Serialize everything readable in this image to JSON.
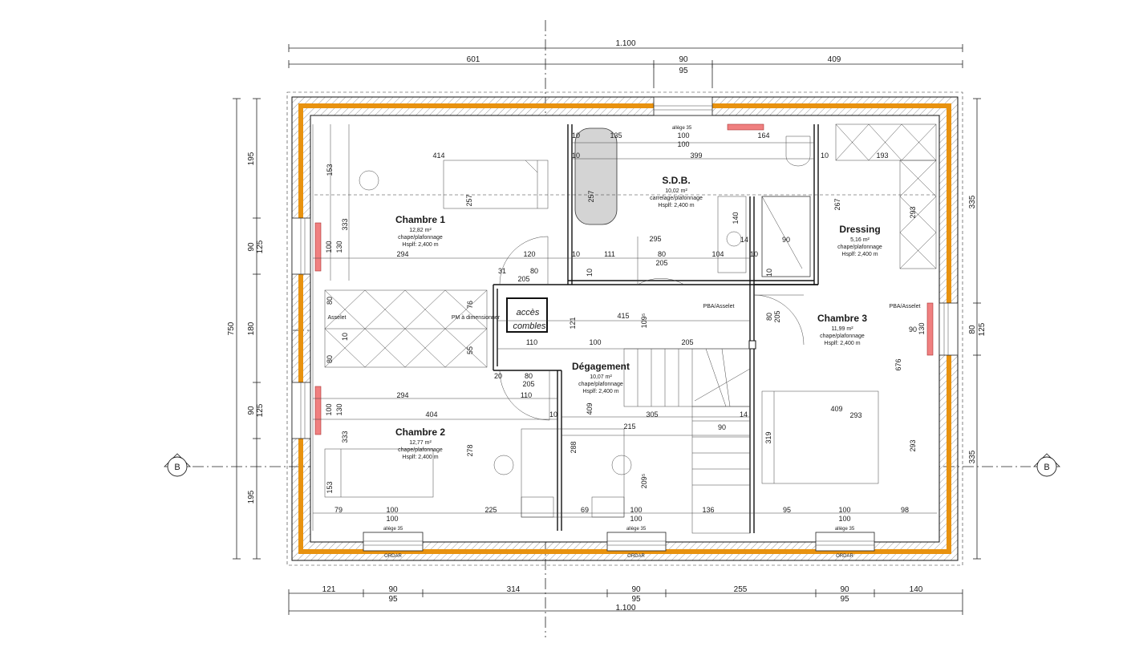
{
  "colors": {
    "insulation": "#e8920f",
    "radiator": "#f08080",
    "bath": "#d4d4d4",
    "line": "#222222"
  },
  "dims": {
    "top_total": "1.100",
    "top_a": "601",
    "top_b": "90",
    "top_b2": "95",
    "top_c": "409",
    "bot_a": "121",
    "bot_b": "90",
    "bot_b2": "95",
    "bot_c": "314",
    "bot_d": "90",
    "bot_d2": "95",
    "bot_e": "255",
    "bot_f": "90",
    "bot_f2": "95",
    "bot_g": "140",
    "bot_total": "1.100",
    "left_total": "750",
    "left_a": "195",
    "left_b": "90",
    "left_b2": "125",
    "left_c": "180",
    "left_d": "90",
    "left_d2": "125",
    "left_e": "195",
    "right_a": "335",
    "right_b": "80",
    "right_b2": "125",
    "right_c": "335"
  },
  "section_marker": "B",
  "rooms": {
    "chambre1": {
      "name": "Chambre 1",
      "area": "12,82 m²",
      "finish": "chape/plafonnage",
      "height": "Hsplf: 2,400 m"
    },
    "sdb": {
      "name": "S.D.B.",
      "area": "10,02 m²",
      "finish": "carrelage/plafonnage",
      "height": "Hsplf: 2,400 m"
    },
    "dressing": {
      "name": "Dressing",
      "area": "5,16 m²",
      "finish": "chape/plafonnage",
      "height": "Hsplf: 2,400 m"
    },
    "chambre3": {
      "name": "Chambre 3",
      "area": "11,99 m²",
      "finish": "chape/plafonnage",
      "height": "Hsplf: 2,400 m"
    },
    "degagement": {
      "name": "Dégagement",
      "area": "10,07 m²",
      "finish": "chape/plafonnage",
      "height": "Hsplf: 2,400 m"
    },
    "chambre2": {
      "name": "Chambre 2",
      "area": "12,77 m²",
      "finish": "chape/plafonnage",
      "height": "Hsplf: 2,400 m"
    }
  },
  "labels": {
    "acces1": "accès",
    "acces2": "combles",
    "pm": "PM à dimensionner",
    "asselet": "Asselet",
    "pba1": "PBA/Asselet",
    "pba2": "PBA/Asselet",
    "allege": "allège 35",
    "ordar": "ORDAR"
  },
  "inner": {
    "c1_414": "414",
    "c1_153": "153",
    "c1_257": "257",
    "c1_333": "333",
    "c1_100": "100",
    "c1_130": "130",
    "c1_294": "294",
    "c1_120": "120",
    "c1_31": "31",
    "c1_80": "80",
    "c1_205": "205",
    "sdb_10a": "10",
    "sdb_135": "135",
    "sdb_100a": "100",
    "sdb_100b": "100",
    "sdb_164": "164",
    "sdb_10b": "10",
    "sdb_399": "399",
    "sdb_257": "257",
    "sdb_140": "140",
    "sdb_14": "14",
    "sdb_90": "90",
    "sdb_295": "295",
    "sdb_10c": "10",
    "sdb_111": "111",
    "sdb_80": "80",
    "sdb_205": "205",
    "sdb_104": "104",
    "sdb_10d": "10",
    "sdb_10e": "10",
    "sdb_10f": "10",
    "dr_10": "10",
    "dr_193": "193",
    "dr_267": "267",
    "dr_293": "293",
    "mid_80": "80",
    "mid_76": "76",
    "mid_10": "10",
    "mid_55": "55",
    "mid_80b": "80",
    "mid_121": "121",
    "mid_415": "415",
    "mid_1095": "109⁵",
    "mid_110": "110",
    "mid_100": "100",
    "mid_205": "205",
    "deg_20": "20",
    "deg_80": "80",
    "deg_205": "205",
    "deg_110": "110",
    "deg_10": "10",
    "deg_409": "409",
    "deg_305": "305",
    "deg_14": "14",
    "deg_215": "215",
    "deg_90": "90",
    "deg_288": "288",
    "deg_2095": "209⁵",
    "c3_80": "80",
    "c3_205": "205",
    "c3_90": "90",
    "c3_130": "130",
    "c3_676": "676",
    "c3_409": "409",
    "c3_293": "293",
    "c3_319": "319",
    "c3_293b": "293",
    "c2_294": "294",
    "c2_404": "404",
    "c2_100": "100",
    "c2_130": "130",
    "c2_333": "333",
    "c2_278": "278",
    "c2_153": "153",
    "bot_79": "79",
    "bot_100a": "100",
    "bot_100a2": "100",
    "bot_225": "225",
    "bot_69": "69",
    "bot_100b": "100",
    "bot_100b2": "100",
    "bot_136": "136",
    "bot_95": "95",
    "bot_100c": "100",
    "bot_100c2": "100",
    "bot_98": "98"
  }
}
